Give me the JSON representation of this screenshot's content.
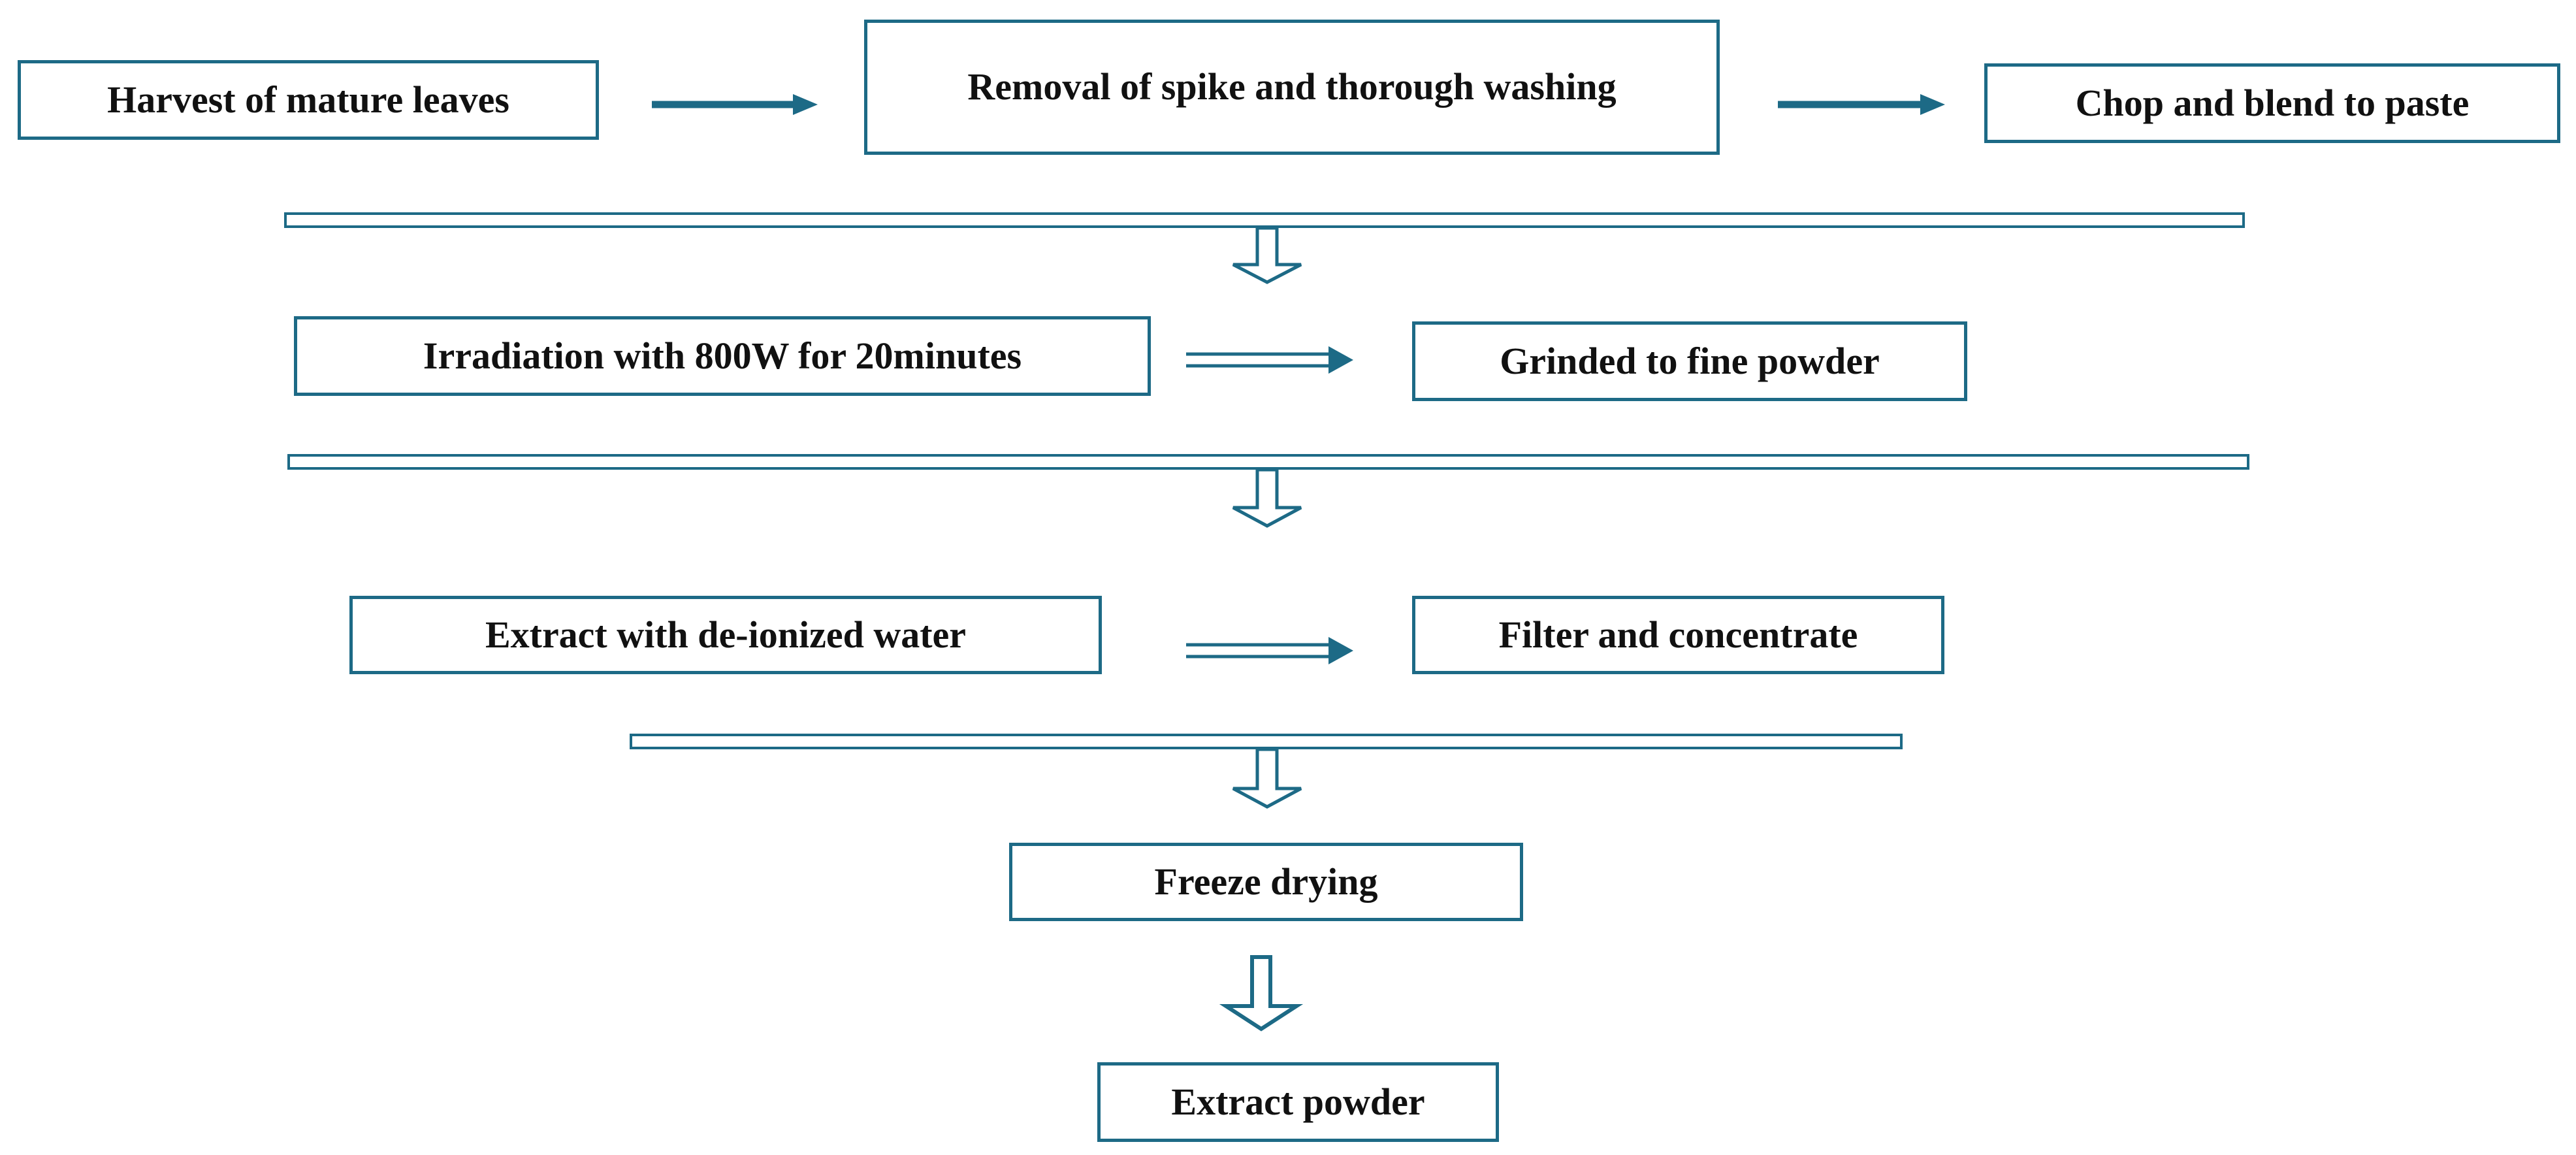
{
  "colors": {
    "border": "#1d6a86",
    "arrow": "#1d6a86",
    "text": "#111111",
    "background": "#ffffff"
  },
  "steps": {
    "harvest": "Harvest of mature leaves",
    "removal": "Removal of spike and thorough washing",
    "chop": "Chop and blend to paste",
    "irradiation": "Irradiation with 800W for 20minutes",
    "grind": "Grinded to fine powder",
    "extract_water": "Extract with de-ionized water",
    "filter": "Filter and concentrate",
    "freeze": "Freeze drying",
    "powder": "Extract powder"
  }
}
